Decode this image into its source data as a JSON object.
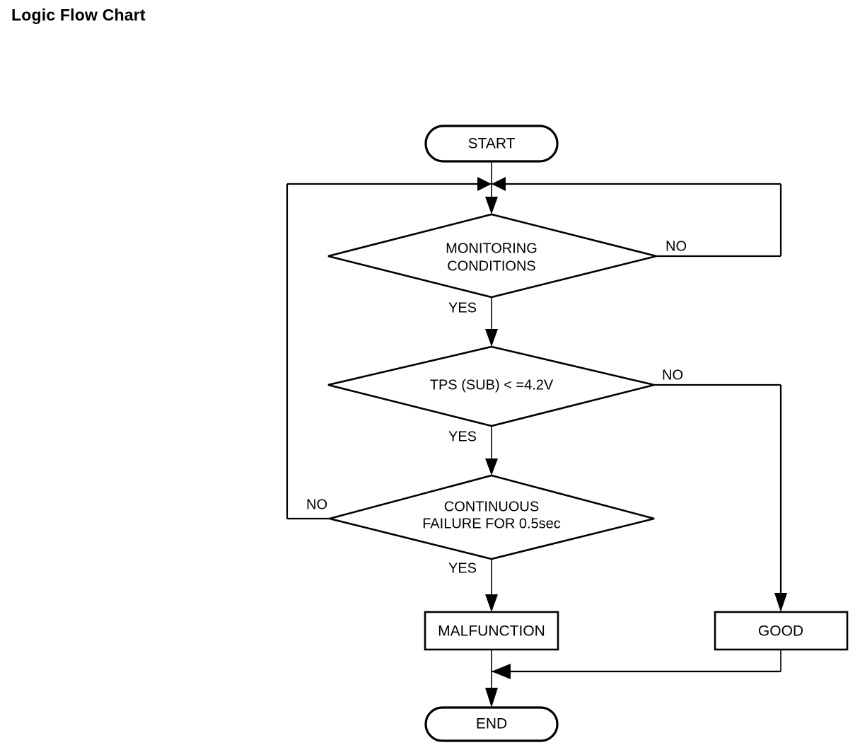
{
  "page": {
    "title": "Logic Flow Chart",
    "background_color": "#ffffff",
    "line_color": "#000000",
    "text_color": "#000000"
  },
  "chart_data": {
    "type": "diagram",
    "diagram_kind": "flowchart",
    "title": "Logic Flow Chart",
    "orientation": "top-to-bottom",
    "nodes": [
      {
        "id": "start",
        "shape": "terminator",
        "label": "START"
      },
      {
        "id": "monitoring",
        "shape": "decision",
        "label_line1": "MONITORING",
        "label_line2": "CONDITIONS"
      },
      {
        "id": "tps",
        "shape": "decision",
        "label_line1": "TPS (SUB) < =4.2V",
        "label_line2": ""
      },
      {
        "id": "continuous",
        "shape": "decision",
        "label_line1": "CONTINUOUS",
        "label_line2": "FAILURE FOR 0.5sec"
      },
      {
        "id": "malfunction",
        "shape": "process",
        "label": "MALFUNCTION"
      },
      {
        "id": "good",
        "shape": "process",
        "label": "GOOD"
      },
      {
        "id": "end",
        "shape": "terminator",
        "label": "END"
      }
    ],
    "edges": [
      {
        "from": "start",
        "to": "monitoring",
        "label": ""
      },
      {
        "from": "monitoring",
        "to": "tps",
        "label": "YES"
      },
      {
        "from": "monitoring",
        "to": "start_join",
        "label": "NO"
      },
      {
        "from": "tps",
        "to": "continuous",
        "label": "YES"
      },
      {
        "from": "tps",
        "to": "good",
        "label": "NO"
      },
      {
        "from": "continuous",
        "to": "malfunction",
        "label": "YES"
      },
      {
        "from": "continuous",
        "to": "start_join",
        "label": "NO"
      },
      {
        "from": "malfunction",
        "to": "end",
        "label": ""
      },
      {
        "from": "good",
        "to": "end",
        "label": ""
      }
    ]
  },
  "nodes": {
    "start": {
      "label": "START"
    },
    "monitoring": {
      "line1": "MONITORING",
      "line2": "CONDITIONS"
    },
    "tps": {
      "line1": "TPS (SUB) < =4.2V"
    },
    "continuous": {
      "line1": "CONTINUOUS",
      "line2": "FAILURE FOR 0.5sec"
    },
    "malfunction": {
      "label": "MALFUNCTION"
    },
    "good": {
      "label": "GOOD"
    },
    "end": {
      "label": "END"
    }
  },
  "edge_labels": {
    "monitoring_no": "NO",
    "monitoring_yes": "YES",
    "tps_no": "NO",
    "tps_yes": "YES",
    "continuous_no": "NO",
    "continuous_yes": "YES"
  }
}
